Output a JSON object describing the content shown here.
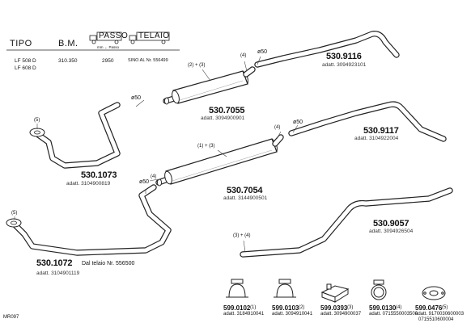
{
  "header": {
    "tipo": "TIPO",
    "bm": "B.M.",
    "passo": "PASSO",
    "telaio": "TELAIO",
    "passo_sub": "mm ← Passo"
  },
  "rows": [
    {
      "model": "LF 508 D",
      "bm": "310.350",
      "passo": "2950",
      "telaio": "SINO AL Nr. 556499"
    },
    {
      "model": "LF 608 D",
      "bm": "",
      "passo": "",
      "telaio": ""
    }
  ],
  "parts": {
    "p9116": {
      "code": "530.9116",
      "adatt": "adatt. 3094923101",
      "dia": "ø50",
      "qty": "(4)"
    },
    "p7055": {
      "code": "530.7055",
      "adatt": "adatt. 3094900901",
      "qty": "(2) + (3)",
      "qty2": "(4)"
    },
    "p1073": {
      "code": "530.1073",
      "adatt": "adatt. 3104900819",
      "dia": "ø50",
      "qty": "(5)"
    },
    "p9117": {
      "code": "530.9117",
      "adatt": "adatt. 3104922004",
      "dia": "ø50",
      "qty": "(4)"
    },
    "p7054": {
      "code": "530.7054",
      "adatt": "adatt. 3144900501",
      "qty": "(1) + (3)",
      "qty2": "(4)",
      "dia": "ø50"
    },
    "p1072": {
      "code": "530.1072",
      "note": "Dal telaio Nr. 556500",
      "adatt": "adatt. 3104901119",
      "qty": "(5)"
    },
    "p9057": {
      "code": "530.9057",
      "adatt": "adatt. 3094926504",
      "qty": "(3) + (4)"
    }
  },
  "accessories": [
    {
      "code": "599.0102",
      "qty": "(1)",
      "adatt": "adatt. 3184910041"
    },
    {
      "code": "599.0103",
      "qty": "(2)",
      "adatt": "adatt. 3094910041"
    },
    {
      "code": "599.0393",
      "qty": "(3)",
      "adatt": "adatt. 3094900037"
    },
    {
      "code": "599.0130",
      "qty": "(4)",
      "adatt": "adatt. 0715550003500"
    },
    {
      "code": "599.0476",
      "qty": "(5)",
      "adatt": "adatt. 9170030600003",
      "adatt2": "0715510600004"
    }
  ],
  "footer": {
    "code": "MR097"
  }
}
